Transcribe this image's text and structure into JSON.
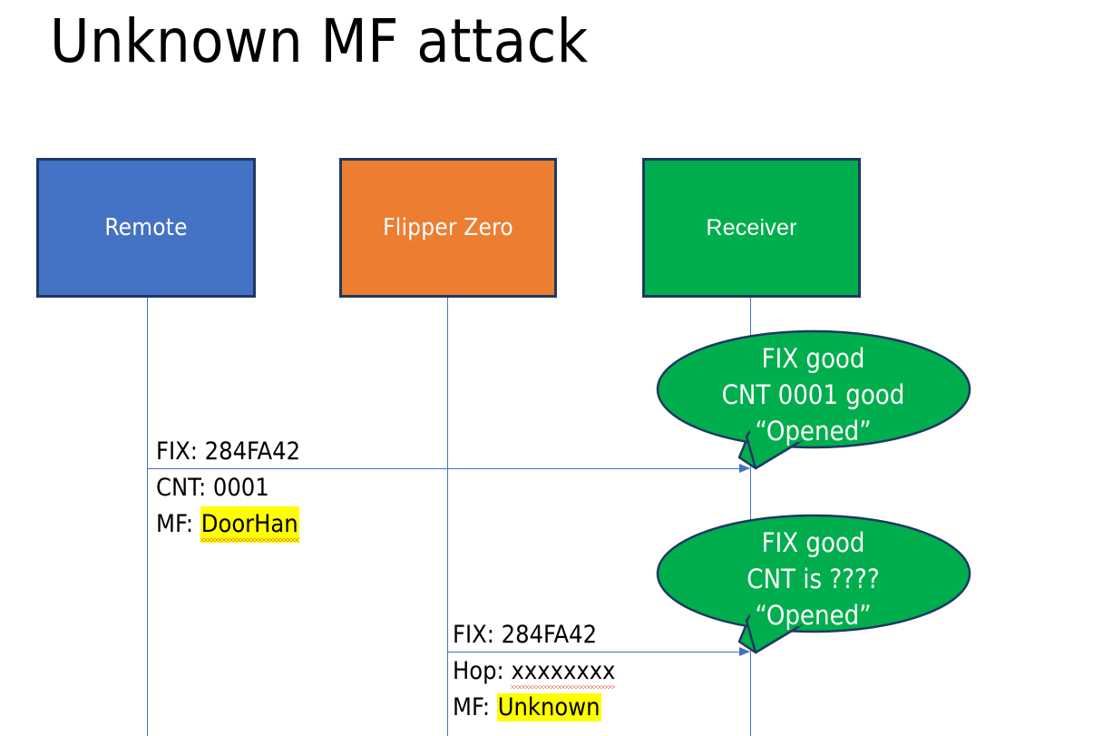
{
  "slide": {
    "title": "Unknown MF attack",
    "background_color": "#FFFFFF"
  },
  "colors": {
    "remote_blue": "#4472C4",
    "flipper_orange": "#ED7D31",
    "receiver_green": "#00AE4D",
    "box_outline": "#1F3864",
    "lifeline_blue": "#4472C4",
    "highlight_yellow": "#FFFF00",
    "spellcheck_red": "#E03A1E",
    "bubble_text": "#FFFFFF"
  },
  "actors": [
    {
      "id": "remote",
      "label": "Remote",
      "fill": "#4472C4"
    },
    {
      "id": "flipper",
      "label": "Flipper Zero",
      "fill": "#ED7D31"
    },
    {
      "id": "receiver",
      "label": "Receiver",
      "fill": "#00AE4D"
    }
  ],
  "messages": [
    {
      "id": "remote-to-receiver",
      "from": "remote",
      "to": "receiver",
      "line1": "FIX: 284FA42",
      "line2": "CNT: 0001",
      "line3_prefix": "MF: ",
      "line3_value": "DoorHan",
      "line3_highlighted": true,
      "line3_spellchecked": true
    },
    {
      "id": "flipper-to-receiver",
      "from": "flipper",
      "to": "receiver",
      "line1": "FIX: 284FA42",
      "line2_prefix": "Hop: ",
      "line2_value": "xxxxxxxx",
      "line2_spellchecked": true,
      "line3_prefix": "MF: ",
      "line3_value": "Unknown",
      "line3_highlighted": true
    }
  ],
  "bubbles": [
    {
      "id": "bubble-1",
      "anchor": "remote-to-receiver",
      "line1": "FIX good",
      "line2": "CNT 0001 good",
      "line3": "“Opened”"
    },
    {
      "id": "bubble-2",
      "anchor": "flipper-to-receiver",
      "line1": "FIX good",
      "line2": "CNT is ????",
      "line3": "“Opened”"
    }
  ]
}
